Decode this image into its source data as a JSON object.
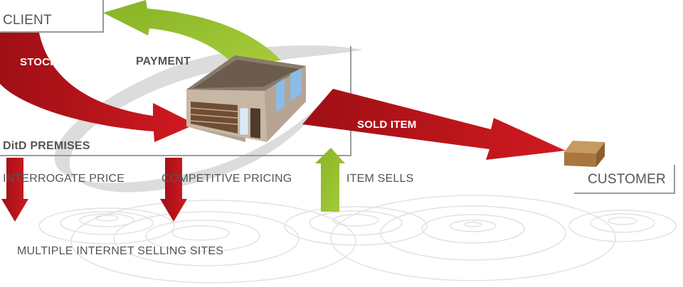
{
  "diagram": {
    "labels": {
      "client": "CLIENT",
      "stock": "STOCK",
      "payment": "PAYMENT",
      "ditd_premises": "DitD PREMISES",
      "sold_item": "SOLD ITEM",
      "customer": "CUSTOMER",
      "interrogate_price": "INTERROGATE PRICE",
      "competitive_pricing": "COMPETITIVE PRICING",
      "item_sells": "ITEM SELLS",
      "multiple_sites": "MULTIPLE INTERNET SELLING SITES"
    },
    "colors": {
      "red": "#c3161c",
      "green": "#95c12b",
      "gray_text": "#555555",
      "line": "#9a9a9a",
      "swirl": "#dcdcdc"
    },
    "icons": [
      "store-building-icon",
      "parcel-box-icon"
    ]
  }
}
